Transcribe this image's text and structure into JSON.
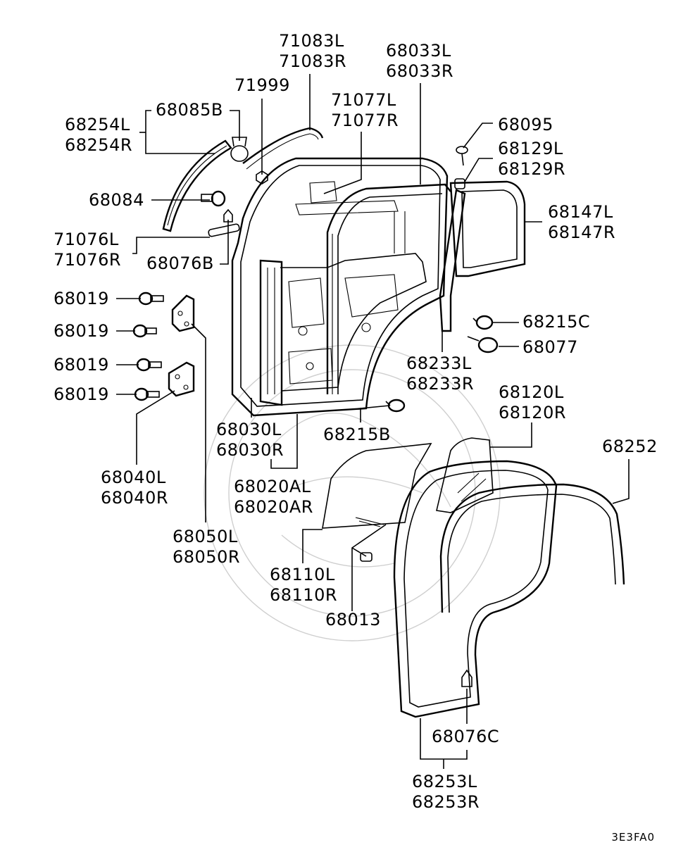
{
  "labels": {
    "l71083": [
      "71083L",
      "71083R"
    ],
    "l68033": [
      "68033L",
      "68033R"
    ],
    "l71999": [
      "71999"
    ],
    "l71077": [
      "71077L",
      "71077R"
    ],
    "l68085b": [
      "68085B"
    ],
    "l68254": [
      "68254L",
      "68254R"
    ],
    "l68095": [
      "68095"
    ],
    "l68129": [
      "68129L",
      "68129R"
    ],
    "l68084": [
      "68084"
    ],
    "l68147": [
      "68147L",
      "68147R"
    ],
    "l71076": [
      "71076L",
      "71076R"
    ],
    "l68076b": [
      "68076B"
    ],
    "l68019a": [
      "68019"
    ],
    "l68019b": [
      "68019"
    ],
    "l68019c": [
      "68019"
    ],
    "l68019d": [
      "68019"
    ],
    "l68215c": [
      "68215C"
    ],
    "l68077": [
      "68077"
    ],
    "l68233": [
      "68233L",
      "68233R"
    ],
    "l68120": [
      "68120L",
      "68120R"
    ],
    "l68030": [
      "68030L",
      "68030R"
    ],
    "l68215b": [
      "68215B"
    ],
    "l68252": [
      "68252"
    ],
    "l68040": [
      "68040L",
      "68040R"
    ],
    "l68020": [
      "68020AL",
      "68020AR"
    ],
    "l68050": [
      "68050L",
      "68050R"
    ],
    "l68110": [
      "68110L",
      "68110R"
    ],
    "l68013": [
      "68013"
    ],
    "l68076c": [
      "68076C"
    ],
    "l68253": [
      "68253L",
      "68253R"
    ]
  },
  "diagram_code": "3E3FA0"
}
